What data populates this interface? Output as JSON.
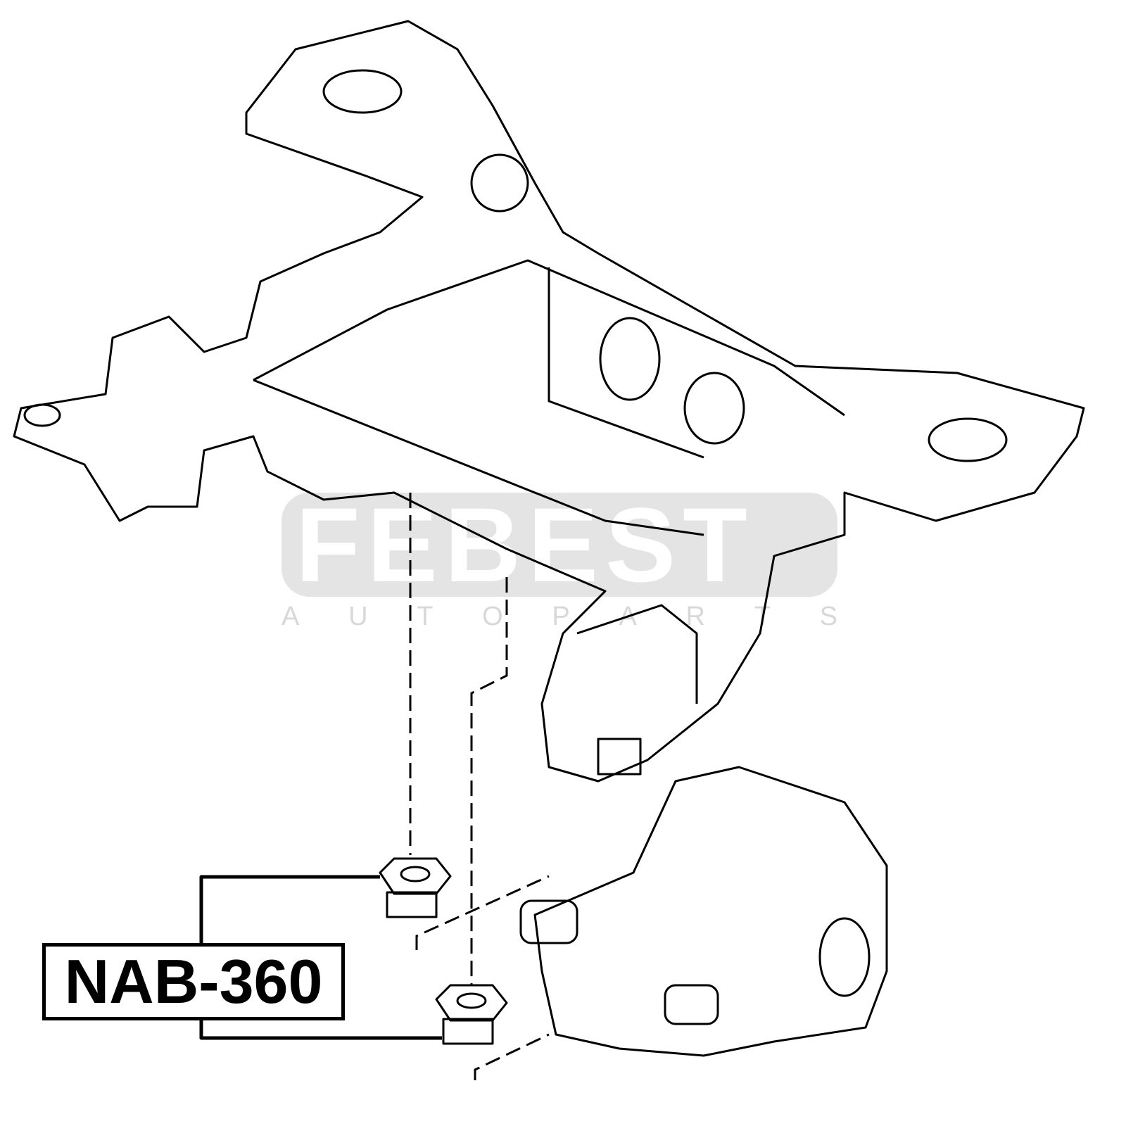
{
  "watermark": {
    "brand": "FEBEST",
    "subtitle_letters": [
      "A",
      "U",
      "T",
      "O",
      "P",
      "A",
      "R",
      "T",
      "S"
    ]
  },
  "part_label": "NAB-360",
  "colors": {
    "line": "#000000",
    "watermark": "#e4e4e4"
  }
}
